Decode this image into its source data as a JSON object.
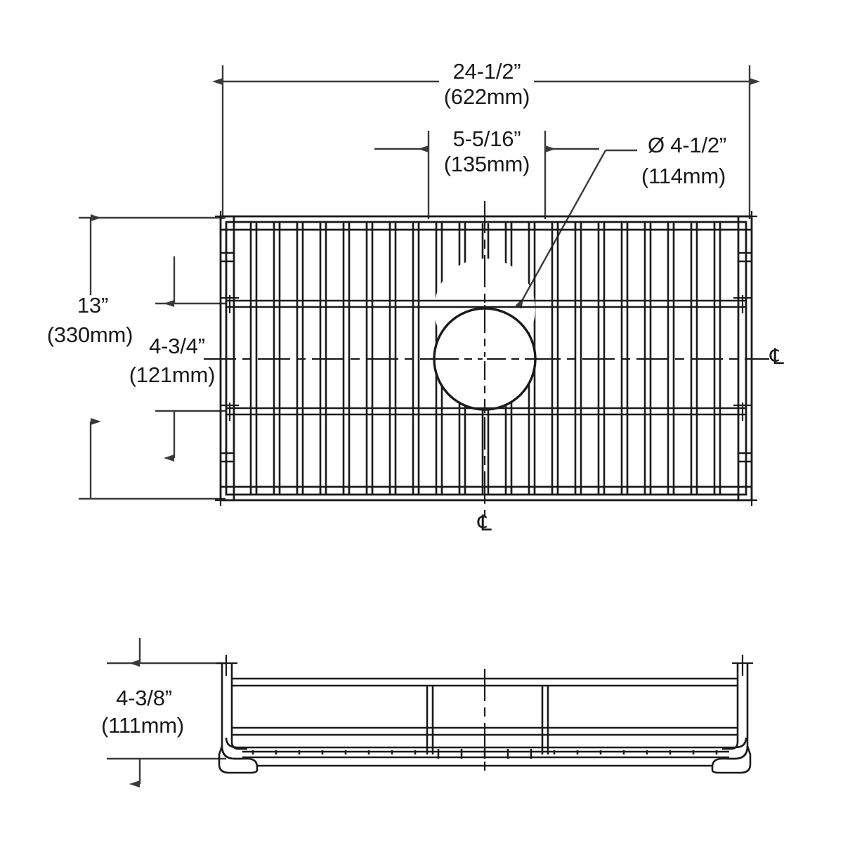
{
  "drawing": {
    "title": "Sink bottom grid technical drawing",
    "line_color": "#1a1a1a",
    "background": "#ffffff",
    "views": [
      {
        "id": "plan-view",
        "name": "Top plan view of wire bottom grid"
      },
      {
        "id": "side-view",
        "name": "Front elevation view of wire bottom grid"
      }
    ]
  },
  "dimensions": {
    "overall_width": {
      "name": "overall-width",
      "imperial": "24-1/2”",
      "metric": "(622mm)"
    },
    "hole_offset": {
      "name": "drain-hole-offset",
      "imperial": "5-5/16”",
      "metric": "(135mm)"
    },
    "hole_diameter": {
      "name": "drain-hole-diameter",
      "imperial": "Ø 4-1/2”",
      "metric": "(114mm)"
    },
    "overall_depth": {
      "name": "overall-depth",
      "imperial": "13”",
      "metric": "(330mm)"
    },
    "rail_offset": {
      "name": "rail-to-rail-spacing",
      "imperial": "4-3/4”",
      "metric": "(121mm)"
    },
    "overall_height": {
      "name": "overall-height",
      "imperial": "4-3/8”",
      "metric": "(111mm)"
    }
  },
  "centerlines": {
    "right_label": "℄",
    "bottom_label": "℄"
  }
}
